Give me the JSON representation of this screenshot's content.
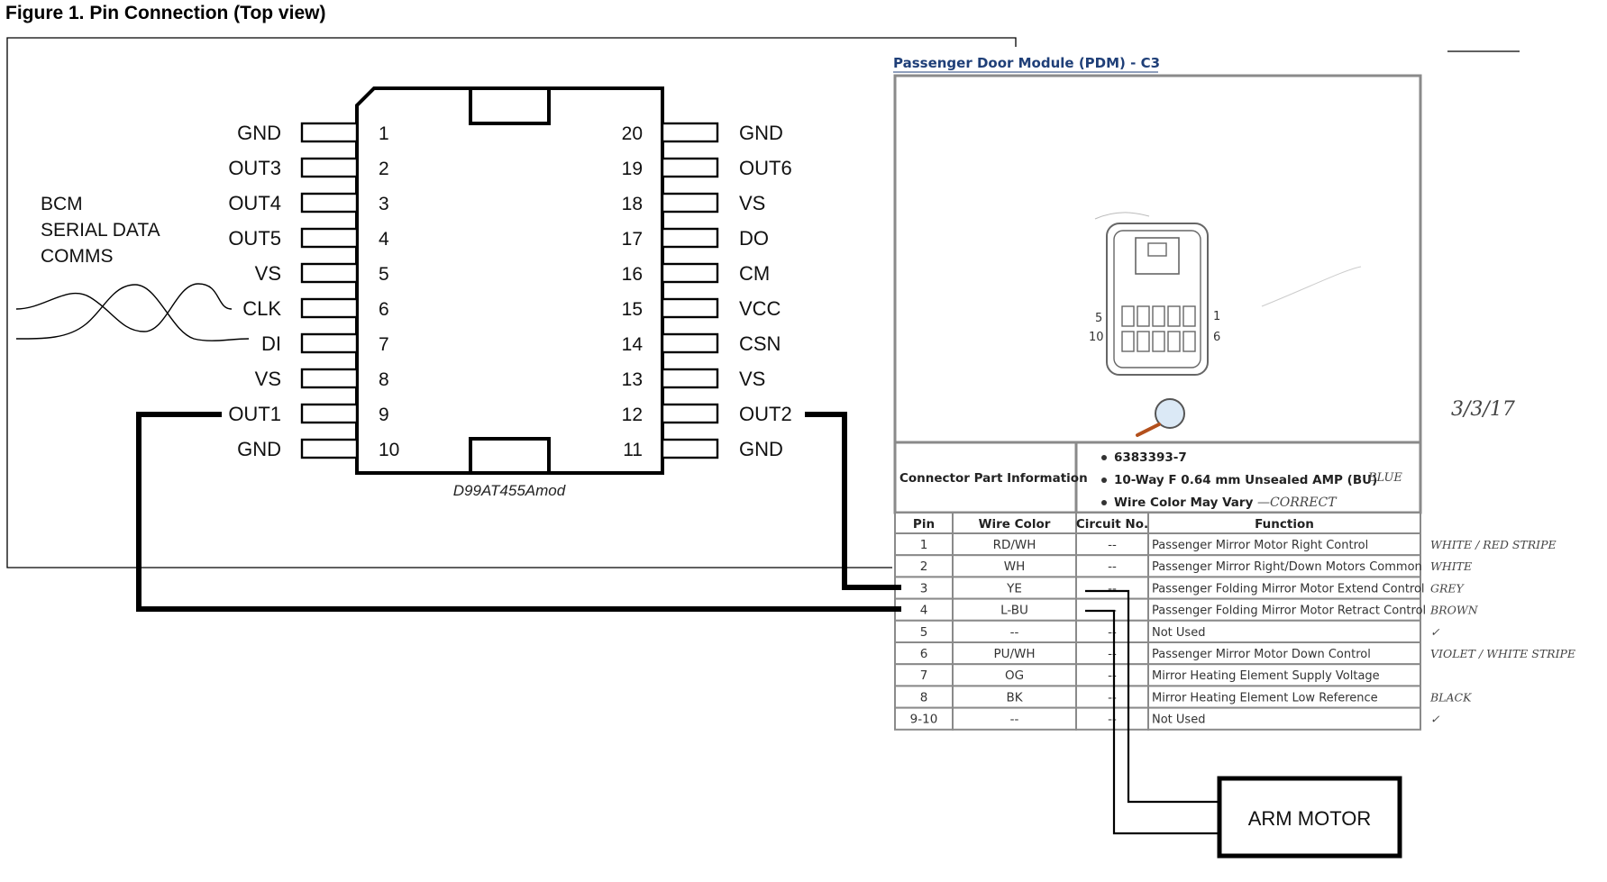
{
  "figure_title": "Figure 1. Pin Connection (Top view)",
  "chip": {
    "part_label": "D99AT455Amod",
    "left_pins": [
      {
        "num": "1",
        "name": "GND"
      },
      {
        "num": "2",
        "name": "OUT3"
      },
      {
        "num": "3",
        "name": "OUT4"
      },
      {
        "num": "4",
        "name": "OUT5"
      },
      {
        "num": "5",
        "name": "VS"
      },
      {
        "num": "6",
        "name": "CLK"
      },
      {
        "num": "7",
        "name": "DI"
      },
      {
        "num": "8",
        "name": "VS"
      },
      {
        "num": "9",
        "name": "OUT1"
      },
      {
        "num": "10",
        "name": "GND"
      }
    ],
    "right_pins": [
      {
        "num": "20",
        "name": "GND"
      },
      {
        "num": "19",
        "name": "OUT6"
      },
      {
        "num": "18",
        "name": "VS"
      },
      {
        "num": "17",
        "name": "DO"
      },
      {
        "num": "16",
        "name": "CM"
      },
      {
        "num": "15",
        "name": "VCC"
      },
      {
        "num": "14",
        "name": "CSN"
      },
      {
        "num": "13",
        "name": "VS"
      },
      {
        "num": "12",
        "name": "OUT2"
      },
      {
        "num": "11",
        "name": "GND"
      }
    ]
  },
  "bcm_label": [
    "BCM",
    "SERIAL DATA",
    "COMMS"
  ],
  "pdm": {
    "title": "Passenger Door Module (PDM) - C3",
    "connector_info_label": "Connector Part Information",
    "connector_info": [
      "6383393-7",
      "10-Way F 0.64 mm Unsealed AMP (BU)",
      "Wire Color May Vary"
    ],
    "connector_pin_labels": [
      "5",
      "10",
      "1",
      "6"
    ],
    "headers": [
      "Pin",
      "Wire Color",
      "Circuit No.",
      "Function"
    ],
    "rows": [
      {
        "pin": "1",
        "color": "RD/WH",
        "circuit": "--",
        "function": "Passenger Mirror Motor Right Control"
      },
      {
        "pin": "2",
        "color": "WH",
        "circuit": "--",
        "function": "Passenger Mirror Right/Down Motors Common"
      },
      {
        "pin": "3",
        "color": "YE",
        "circuit": "--",
        "function": "Passenger Folding Mirror Motor Extend Control"
      },
      {
        "pin": "4",
        "color": "L-BU",
        "circuit": "--",
        "function": "Passenger Folding Mirror Motor Retract Control"
      },
      {
        "pin": "5",
        "color": "--",
        "circuit": "--",
        "function": "Not Used"
      },
      {
        "pin": "6",
        "color": "PU/WH",
        "circuit": "--",
        "function": "Passenger Mirror Motor Down Control"
      },
      {
        "pin": "7",
        "color": "OG",
        "circuit": "--",
        "function": "Mirror Heating Element Supply Voltage"
      },
      {
        "pin": "8",
        "color": "BK",
        "circuit": "--",
        "function": "Mirror Heating Element Low Reference"
      },
      {
        "pin": "9-10",
        "color": "--",
        "circuit": "--",
        "function": "Not Used"
      }
    ]
  },
  "handwritten": {
    "date": "3/3/17",
    "info_notes": [
      "BLUE",
      "—CORRECT"
    ],
    "row_notes": [
      "WHITE / RED STRIPE",
      "WHITE",
      "GREY",
      "BROWN",
      "✓",
      "VIOLET / WHITE STRIPE",
      "",
      "BLACK",
      "✓"
    ]
  },
  "arm_motor_label": "ARM MOTOR",
  "colors": {
    "line": "#000000",
    "pdm_title": "#1f3f78",
    "table_border": "#8a8a8a",
    "handwriting": "#555555"
  }
}
